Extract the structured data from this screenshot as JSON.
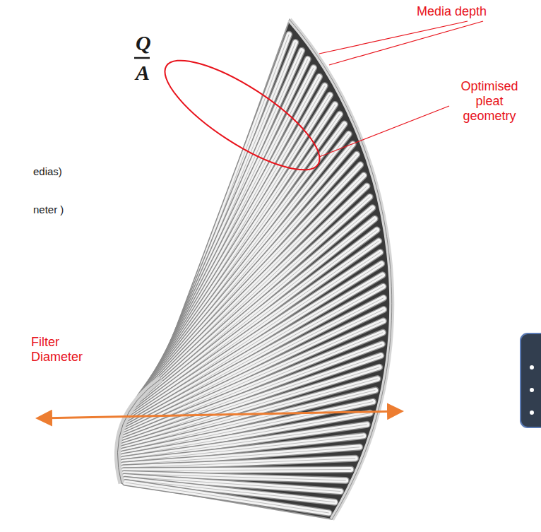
{
  "diagram": {
    "labels": [
      "Q",
      "A",
      "edias)",
      "neter )",
      "Media depth",
      "Optimised pleat geometry",
      "Filter Diameter"
    ]
  }
}
